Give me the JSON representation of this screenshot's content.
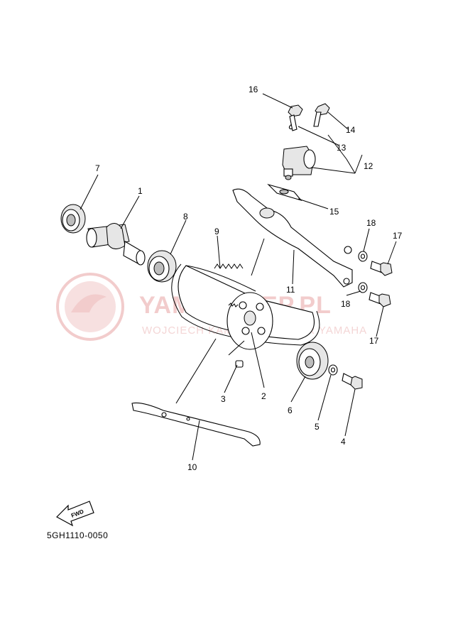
{
  "diagram_code": "5GH1110-0050",
  "fwd_label": "FWD",
  "watermark": {
    "title": "YAMASKLEP.PL",
    "subtitle": "WOJCIECH KAMIŃSKI DEALER YAMAHA"
  },
  "callouts": [
    {
      "id": "1",
      "text": "1"
    },
    {
      "id": "2",
      "text": "2"
    },
    {
      "id": "3",
      "text": "3"
    },
    {
      "id": "4",
      "text": "4"
    },
    {
      "id": "5",
      "text": "5"
    },
    {
      "id": "6",
      "text": "6"
    },
    {
      "id": "7",
      "text": "7"
    },
    {
      "id": "8",
      "text": "8"
    },
    {
      "id": "9",
      "text": "9"
    },
    {
      "id": "10",
      "text": "10"
    },
    {
      "id": "11",
      "text": "11"
    },
    {
      "id": "12",
      "text": "12"
    },
    {
      "id": "13",
      "text": "13"
    },
    {
      "id": "14",
      "text": "14"
    },
    {
      "id": "15",
      "text": "15"
    },
    {
      "id": "16",
      "text": "16"
    },
    {
      "id": "17a",
      "text": "17"
    },
    {
      "id": "17b",
      "text": "17"
    },
    {
      "id": "18a",
      "text": "18"
    },
    {
      "id": "18b",
      "text": "18"
    }
  ]
}
